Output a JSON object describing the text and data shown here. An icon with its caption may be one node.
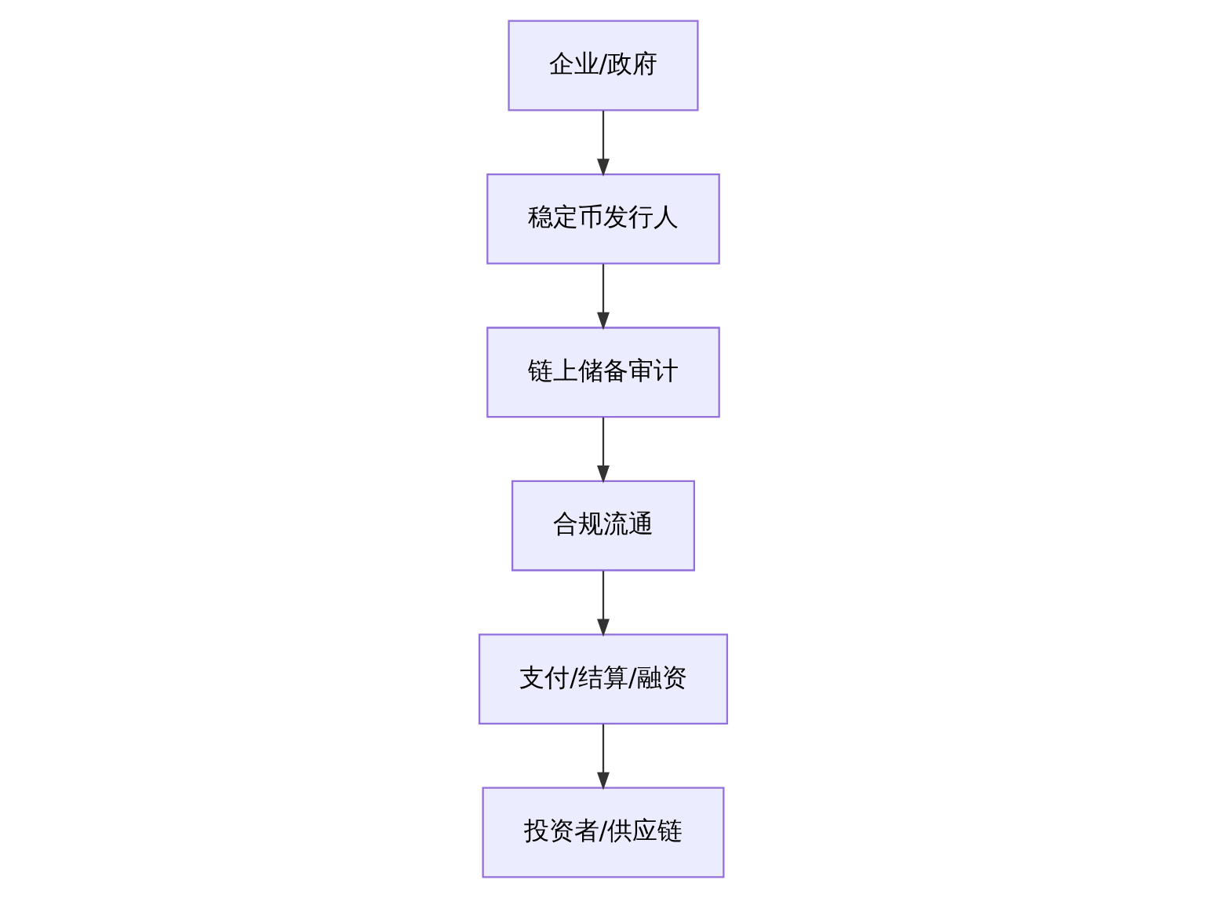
{
  "diagram": {
    "nodes": [
      {
        "text": [
          "企业/政府"
        ]
      },
      {
        "text": [
          "稳定币发行人"
        ]
      },
      {
        "text": [
          "链上储备审计"
        ]
      },
      {
        "text": [
          "合规流通"
        ]
      },
      {
        "text": [
          "支付/结算/融资"
        ]
      },
      {
        "text": [
          "投资者/供应链"
        ]
      }
    ],
    "edges": [
      {
        "from": 0,
        "to": 1,
        "arrow": "to"
      },
      {
        "from": 1,
        "to": 2,
        "arrow": "to"
      },
      {
        "from": 2,
        "to": 3,
        "arrow": "to"
      },
      {
        "from": 3,
        "to": 4,
        "arrow": "to"
      },
      {
        "from": 4,
        "to": 5,
        "arrow": "to"
      }
    ]
  }
}
